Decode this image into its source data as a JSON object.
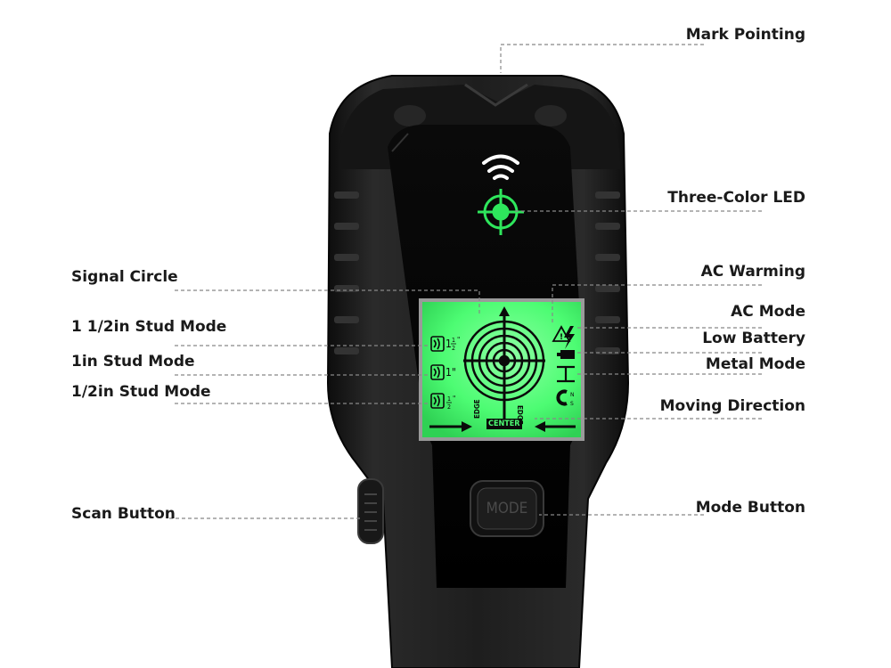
{
  "callouts": {
    "mark_pointing": "Mark Pointing",
    "three_color_led": "Three-Color LED",
    "signal_circle": "Signal Circle",
    "ac_warming": "AC Warming",
    "ac_mode": "AC Mode",
    "low_battery": "Low Battery",
    "metal_mode": "Metal Mode",
    "stud_1_5in": "1 1/2in Stud Mode",
    "stud_1in": "1in Stud Mode",
    "stud_0_5in": "1/2in Stud Mode",
    "moving_direction": "Moving Direction",
    "scan_button": "Scan Button",
    "mode_button": "Mode Button"
  },
  "device": {
    "mode_button_label": "MODE",
    "lcd": {
      "edge_left": "EDGE",
      "edge_right": "EDGE",
      "center": "CENTER"
    }
  },
  "colors": {
    "lcd_green": "#4dfc73",
    "led_green": "#2ee65c",
    "body": "#1c1c1c"
  },
  "icons": [
    "wifi-signal-icon",
    "crosshair-led-icon",
    "warning-icon",
    "lightning-icon",
    "battery-icon",
    "metal-beam-icon",
    "magnet-icon",
    "arrow-right-icon",
    "arrow-left-icon"
  ]
}
